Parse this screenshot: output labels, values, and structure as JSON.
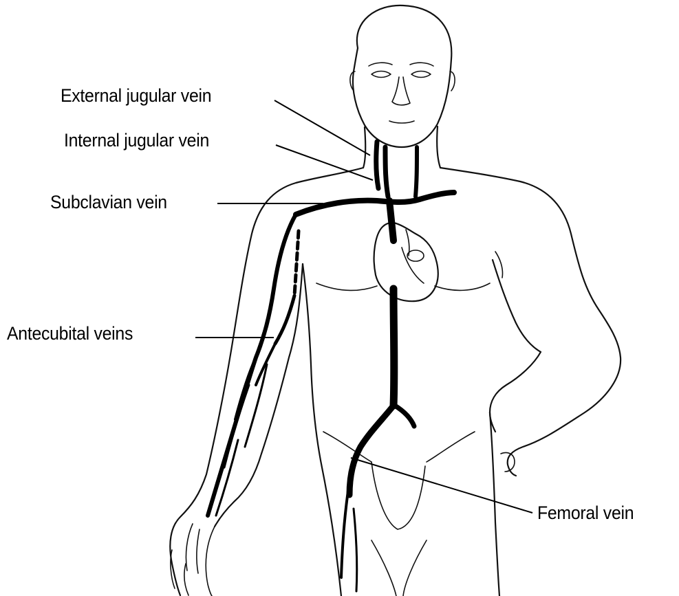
{
  "labels": {
    "external_jugular": "External jugular vein",
    "internal_jugular": "Internal jugular vein",
    "subclavian": "Subclavian vein",
    "antecubital": "Antecubital veins",
    "femoral": "Femoral vein"
  }
}
